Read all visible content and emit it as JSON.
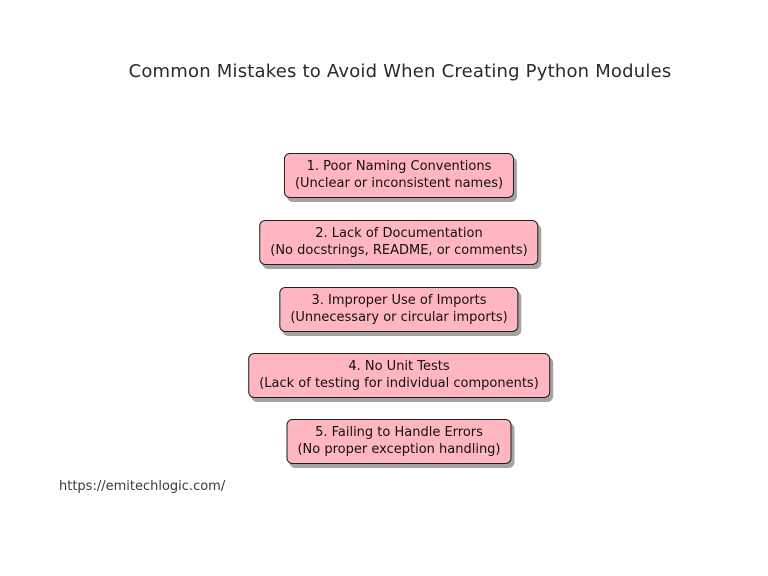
{
  "header": {
    "title": "Common Mistakes to Avoid When Creating Python Modules"
  },
  "mistakes": [
    {
      "heading": "1. Poor Naming Conventions",
      "detail": "(Unclear or inconsistent names)"
    },
    {
      "heading": "2. Lack of Documentation",
      "detail": "(No docstrings, README, or comments)"
    },
    {
      "heading": "3. Improper Use of Imports",
      "detail": "(Unnecessary or circular imports)"
    },
    {
      "heading": "4. No Unit Tests",
      "detail": "(Lack of testing for individual components)"
    },
    {
      "heading": "5. Failing to Handle Errors",
      "detail": "(No proper exception handling)"
    }
  ],
  "footer": {
    "source_url": "https://emitechlogic.com/"
  },
  "colors": {
    "background": "#ffffff",
    "box_fill": "#ffb6c1",
    "box_border": "#1f1f1f",
    "box_shadow": "#a3a3a3",
    "text": "#111111"
  }
}
